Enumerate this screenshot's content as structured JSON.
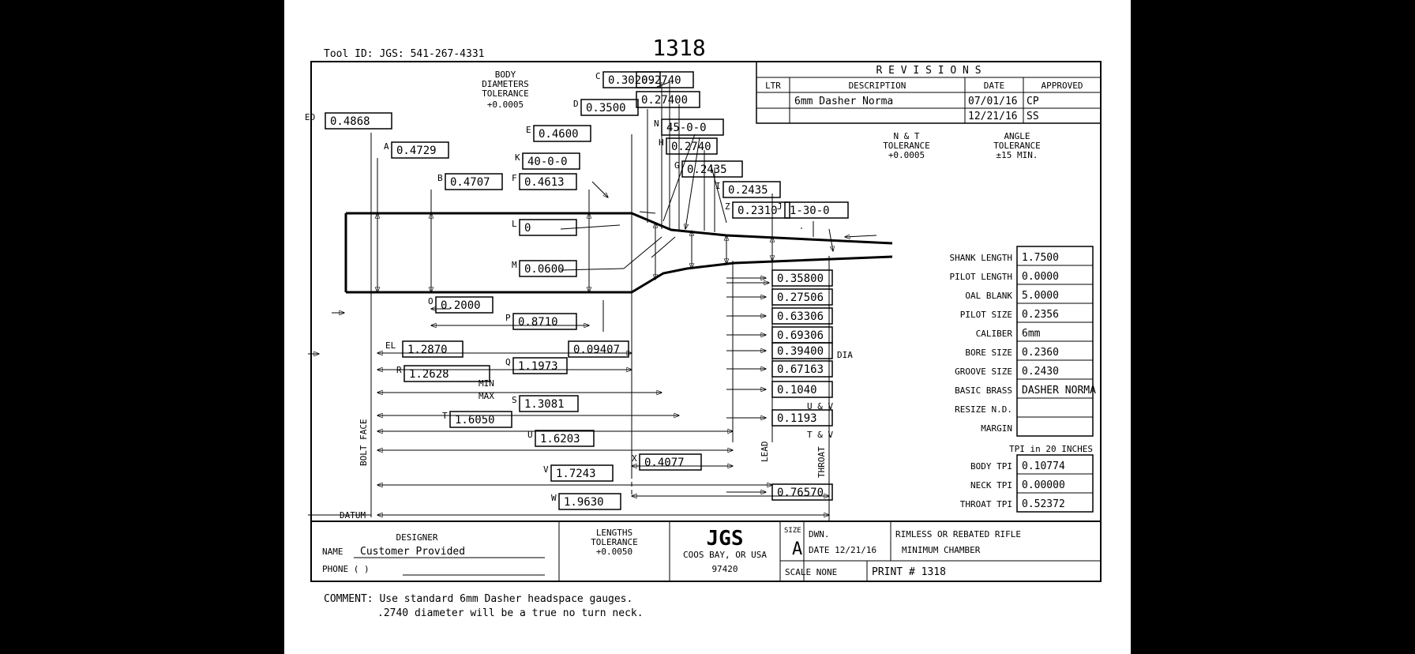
{
  "header": {
    "tool_id": "Tool ID: JGS: 541-267-4331",
    "print_number_large": "1318"
  },
  "notes": {
    "body_tol": [
      "BODY",
      "DIAMETERS",
      "TOLERANCE",
      "+0.0005"
    ],
    "nt_tol": [
      "N & T",
      "TOLERANCE",
      "+0.0005"
    ],
    "angle_tol": [
      "ANGLE",
      "TOLERANCE",
      "±15 MIN."
    ],
    "lengths_tol": [
      "LENGTHS",
      "TOLERANCE",
      "+0.0050"
    ]
  },
  "revisions": {
    "title": "R E V I S I O N S",
    "headers": [
      "LTR",
      "DESCRIPTION",
      "DATE",
      "APPROVED"
    ],
    "rows": [
      {
        "ltr": "",
        "desc": "6mm Dasher Norma",
        "date": "07/01/16",
        "approved": "CP"
      },
      {
        "ltr": "",
        "desc": "",
        "date": "12/21/16",
        "approved": "SS"
      }
    ]
  },
  "dims": [
    {
      "letter": "ED",
      "value": "0.4868"
    },
    {
      "letter": "A",
      "value": "0.4729"
    },
    {
      "letter": "B",
      "value": "0.4707"
    },
    {
      "letter": "F",
      "value": "0.4613"
    },
    {
      "letter": "K",
      "value": "40-0-0"
    },
    {
      "letter": "E",
      "value": "0.4600"
    },
    {
      "letter": "D",
      "value": "0.3500"
    },
    {
      "letter": "C",
      "value": "0.30209"
    },
    {
      "letter": "",
      "value": "0.2740"
    },
    {
      "letter": "",
      "value": "0.27400"
    },
    {
      "letter": "N",
      "value": "45-0-0"
    },
    {
      "letter": "H",
      "value": "0.2740"
    },
    {
      "letter": "G",
      "value": "0.2435"
    },
    {
      "letter": "I",
      "value": "0.2435"
    },
    {
      "letter": "Z",
      "value": "0.2310"
    },
    {
      "letter": "J",
      "value": "1-30-0"
    },
    {
      "letter": "L",
      "value": "0"
    },
    {
      "letter": "M",
      "value": "0.0600"
    },
    {
      "letter": "O",
      "value": "0.2000"
    },
    {
      "letter": "P",
      "value": "0.8710"
    },
    {
      "letter": "EL",
      "value": "1.2870"
    },
    {
      "letter": "",
      "value": "0.09407"
    },
    {
      "letter": "Q",
      "value": "1.1973"
    },
    {
      "letter": "R",
      "value": "1.2628"
    },
    {
      "letter": "S",
      "value": "1.3081"
    },
    {
      "letter": "T",
      "value": "1.6050"
    },
    {
      "letter": "U",
      "value": "1.6203"
    },
    {
      "letter": "X",
      "value": "0.4077"
    },
    {
      "letter": "V",
      "value": "1.7243"
    },
    {
      "letter": "W",
      "value": "1.9630"
    }
  ],
  "minmax": [
    "MIN",
    "MAX"
  ],
  "right_dims": [
    "0.35800",
    "0.27506",
    "0.63306",
    "0.69306",
    "0.39400",
    "0.67163",
    "0.1040",
    "0.1193",
    "0.76570"
  ],
  "right_labels": {
    "dia": "DIA",
    "uv": "U & V",
    "tv": "T & V"
  },
  "vertical_labels": {
    "bolt_face": "BOLT FACE",
    "lead": "LEAD",
    "throat": "THROAT",
    "datum": "DATUM"
  },
  "specs": [
    {
      "label": "SHANK LENGTH",
      "value": "1.7500"
    },
    {
      "label": "PILOT LENGTH",
      "value": "0.0000"
    },
    {
      "label": "OAL BLANK",
      "value": "5.0000"
    },
    {
      "label": "PILOT SIZE",
      "value": "0.2356"
    },
    {
      "label": "CALIBER",
      "value": "6mm"
    },
    {
      "label": "BORE SIZE",
      "value": "0.2360"
    },
    {
      "label": "GROOVE SIZE",
      "value": "0.2430"
    },
    {
      "label": "BASIC BRASS",
      "value": "DASHER NORMA"
    },
    {
      "label": "RESIZE N.D.",
      "value": ""
    },
    {
      "label": "MARGIN",
      "value": ""
    }
  ],
  "tpi_title": "TPI in 20 INCHES",
  "tpi": [
    {
      "label": "BODY TPI",
      "value": "0.10774"
    },
    {
      "label": "NECK TPI",
      "value": "0.00000"
    },
    {
      "label": "THROAT TPI",
      "value": "0.52372"
    }
  ],
  "title_block": {
    "designer": "DESIGNER",
    "name_label": "NAME",
    "name_value": "Customer Provided",
    "phone_label": "PHONE (      )",
    "company": "JGS",
    "city": "COOS BAY, OR USA",
    "zip": "97420",
    "size_label": "SIZE",
    "size_value": "A",
    "dwn": "DWN.",
    "date": "DATE 12/21/16",
    "scale": "SCALE  NONE",
    "print": "PRINT # 1318",
    "desc1": "RIMLESS OR REBATED RIFLE",
    "desc2": "MINIMUM CHAMBER"
  },
  "comment": {
    "line1": "COMMENT: Use standard 6mm Dasher headspace gauges.",
    "line2": ".2740 diameter will be a true no turn neck."
  }
}
